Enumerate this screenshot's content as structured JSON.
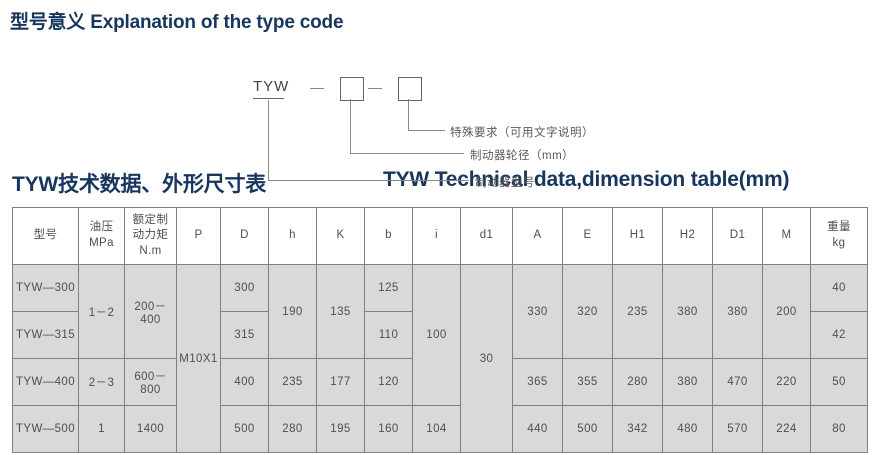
{
  "headings": {
    "type_code_cn": "型号意义",
    "type_code_en": "Explanation of the type code",
    "type_code_full": "型号意义 Explanation of the type code",
    "table_cn": "TYW技术数据、外形尺寸表",
    "table_en": "TYW Technical data,dimension table(mm)"
  },
  "type_code": {
    "prefix": "TYW",
    "separator": "—",
    "boxes": [
      "",
      ""
    ],
    "annotations": [
      {
        "key": "special_requirement",
        "label": "特殊要求（可用文字说明）"
      },
      {
        "key": "brake_wheel_diameter",
        "label": "制动器轮径（mm）"
      },
      {
        "key": "brake_model",
        "label": "制动器型号"
      }
    ]
  },
  "table": {
    "columns": [
      {
        "key": "model",
        "label": "型号"
      },
      {
        "key": "pressure",
        "label": "油压\nMPa"
      },
      {
        "key": "torque",
        "label": "额定制\n动力矩\nN.m"
      },
      {
        "key": "P",
        "label": "P"
      },
      {
        "key": "D",
        "label": "D"
      },
      {
        "key": "h",
        "label": "h"
      },
      {
        "key": "K",
        "label": "K"
      },
      {
        "key": "b",
        "label": "b"
      },
      {
        "key": "i",
        "label": "i"
      },
      {
        "key": "d1",
        "label": "d1"
      },
      {
        "key": "A",
        "label": "A"
      },
      {
        "key": "E",
        "label": "E"
      },
      {
        "key": "H1",
        "label": "H1"
      },
      {
        "key": "H2",
        "label": "H2"
      },
      {
        "key": "D1",
        "label": "D1"
      },
      {
        "key": "M",
        "label": "M"
      },
      {
        "key": "weight",
        "label": "重量\nkg"
      }
    ],
    "cells": {
      "model_1": "TYW—300",
      "model_2": "TYW—315",
      "model_3": "TYW—400",
      "model_4": "TYW—500",
      "pressure_12": "1－2",
      "pressure_3": "2－3",
      "pressure_4": "1",
      "torque_12": "200－400",
      "torque_3": "600－800",
      "torque_4": "1400",
      "P_all": "M10X1",
      "D_1": "300",
      "D_2": "315",
      "D_3": "400",
      "D_4": "500",
      "h_12": "190",
      "h_3": "235",
      "h_4": "280",
      "K_12": "135",
      "K_3": "177",
      "K_4": "195",
      "b_1": "125",
      "b_2": "110",
      "b_3": "120",
      "b_4": "160",
      "i_123": "100",
      "i_4": "104",
      "d1_all": "30",
      "A_12": "330",
      "A_3": "365",
      "A_4": "440",
      "E_12": "320",
      "E_3": "355",
      "E_4": "500",
      "H1_12": "235",
      "H1_3": "280",
      "H1_4": "342",
      "H2_12": "380",
      "H2_3": "380",
      "H2_4": "480",
      "D1_12": "380",
      "D1_3": "470",
      "D1_4": "570",
      "M_12": "200",
      "M_3": "220",
      "M_4": "224",
      "weight_1": "40",
      "weight_2": "42",
      "weight_3": "50",
      "weight_4": "80"
    }
  },
  "colors": {
    "heading": "#17365d",
    "table_border": "#808080",
    "table_header_bg": "#ffffff",
    "table_body_bg": "#d9d9d9",
    "text": "#4f4f4f"
  }
}
